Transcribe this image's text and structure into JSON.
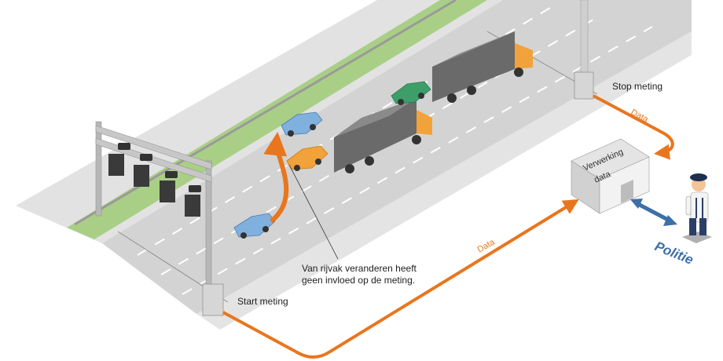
{
  "labels": {
    "stop_meting": "Stop meting",
    "start_meting": "Start meting",
    "data_top": "Data",
    "data_bottom": "Data",
    "verwerking_line1": "Verwerking",
    "verwerking_line2": "data",
    "lane_change_line1": "Van rijvak veranderen heeft",
    "lane_change_line2": "geen invloed op de meting.",
    "politie": "Politie"
  },
  "colors": {
    "road": "#cfcfcf",
    "road_shoulder": "#e6e6e6",
    "median_green": "#a9cf86",
    "arrow_orange": "#e8761e",
    "police_blue": "#3d6fa8",
    "truck_gray": "#6a6a6a",
    "truck_cab": "#f2a23a"
  }
}
